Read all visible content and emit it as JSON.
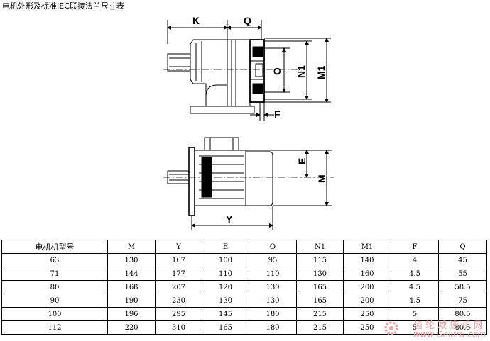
{
  "title": "电机外形及标准IEC联接法兰尺寸表",
  "dimension_labels": {
    "k": "K",
    "q": "Q",
    "o": "O",
    "n1": "N1",
    "m1": "M1",
    "f": "F",
    "e": "E",
    "m": "M",
    "y": "Y"
  },
  "table": {
    "headers": [
      "电机机型号",
      "M",
      "Y",
      "E",
      "O",
      "N1",
      "M1",
      "F",
      "Q"
    ],
    "rows": [
      [
        "63",
        "130",
        "167",
        "100",
        "95",
        "115",
        "140",
        "4",
        "45"
      ],
      [
        "71",
        "144",
        "177",
        "110",
        "110",
        "130",
        "160",
        "4.5",
        "55"
      ],
      [
        "80",
        "168",
        "207",
        "120",
        "130",
        "165",
        "200",
        "4.5",
        "58.5"
      ],
      [
        "90",
        "190",
        "230",
        "130",
        "130",
        "165",
        "200",
        "4.5",
        "75"
      ],
      [
        "100",
        "196",
        "295",
        "145",
        "180",
        "215",
        "250",
        "5",
        "80.5"
      ],
      [
        "112",
        "220",
        "310",
        "165",
        "180",
        "215",
        "250",
        "5",
        "80.5"
      ]
    ]
  },
  "watermark": {
    "text_cn": "齿轮减速机网",
    "url": "www.Geluru.com"
  }
}
